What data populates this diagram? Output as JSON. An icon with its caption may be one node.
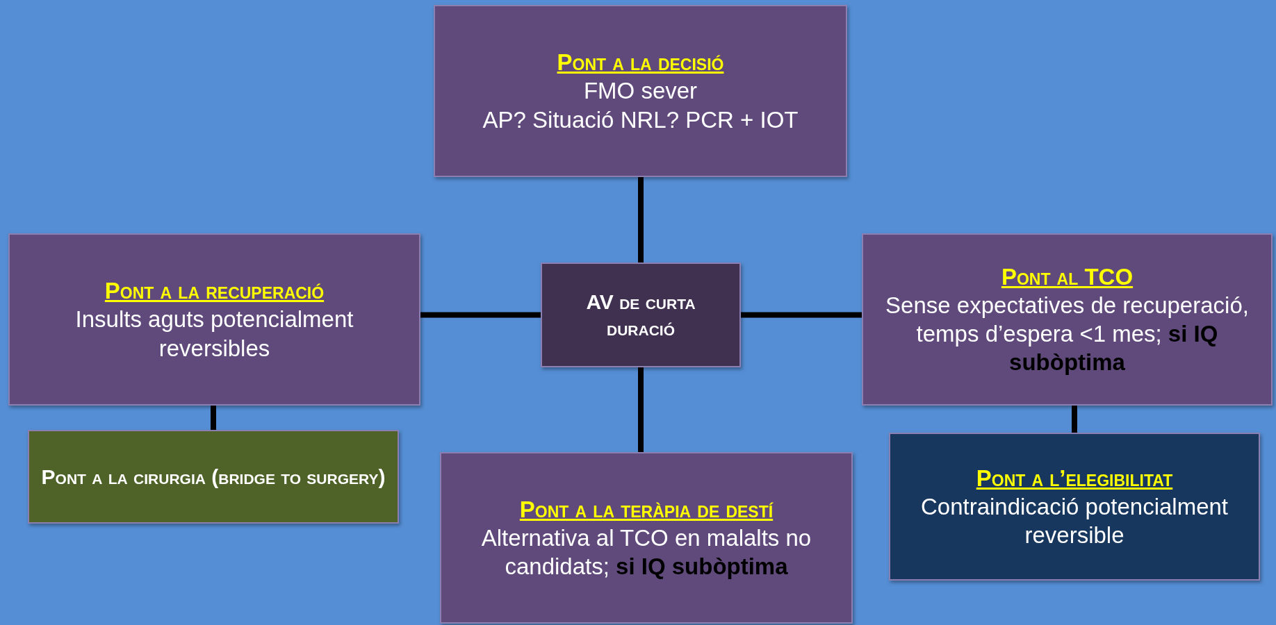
{
  "diagram": {
    "nodes": [
      {
        "text": [
          "Pont a la decisió",
          "FMO sever",
          "AP? Situació NRL? PCR + IOT"
        ]
      },
      {
        "text": [
          "Pont a la recuperació",
          "Insults aguts potencialment reversibles"
        ]
      },
      {
        "text": [
          "AV de curta duració"
        ]
      },
      {
        "text": [
          "Pont al TCO",
          "Sense expectatives de recuperació, temps d’espera <1 mes; **si IQ subòptima**"
        ]
      },
      {
        "text": [
          "Pont a la cirurgia (bridge to surgery)"
        ]
      },
      {
        "text": [
          "Pont a la teràpia de destí",
          "Alternativa al TCO en malalts no candidats; **si IQ subòptima**"
        ]
      },
      {
        "text": [
          "Pont a l’elegibilitat",
          "Contraindicació potencialment reversible"
        ]
      }
    ],
    "edges": [
      {
        "from": 2,
        "to": 0,
        "arrow": "none"
      },
      {
        "from": 2,
        "to": 1,
        "arrow": "none"
      },
      {
        "from": 2,
        "to": 3,
        "arrow": "none"
      },
      {
        "from": 2,
        "to": 5,
        "arrow": "none"
      },
      {
        "from": 1,
        "to": 4,
        "arrow": "none"
      },
      {
        "from": 3,
        "to": 6,
        "arrow": "none"
      }
    ]
  }
}
